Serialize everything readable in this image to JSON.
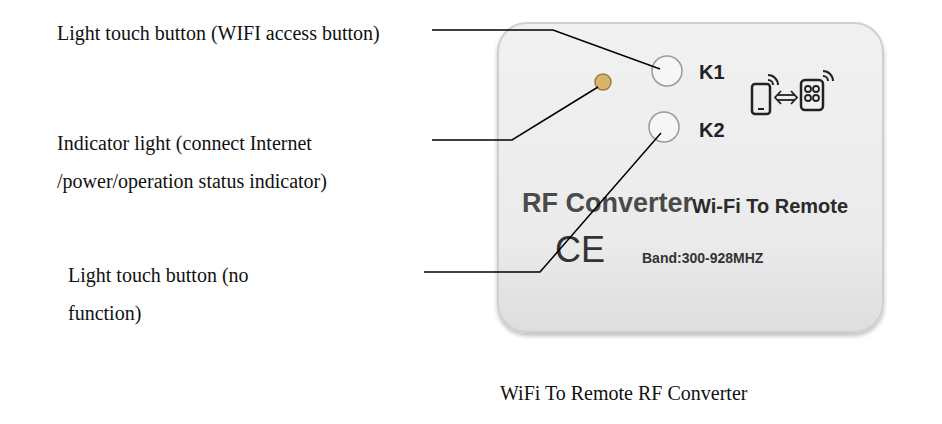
{
  "diagram": {
    "caption": "WiFi To Remote RF Converter",
    "nodes": [
      {
        "text": [
          "K1",
          "K2",
          "RF Converter",
          "Wi-Fi To Remote",
          "CE",
          "Band:300-928MHZ"
        ]
      }
    ],
    "labels": [
      "Light touch button (WIFI access button)",
      "Indicator light (connect Internet /power/operation status indicator)",
      "Light touch button (no function)"
    ]
  }
}
